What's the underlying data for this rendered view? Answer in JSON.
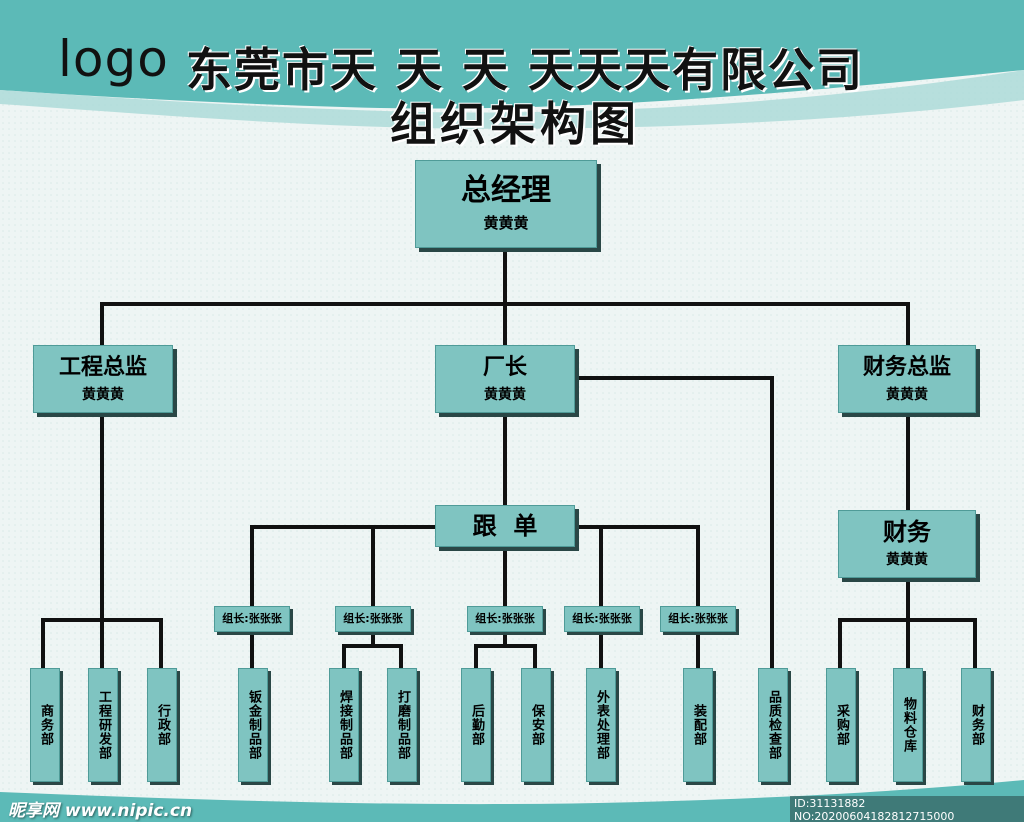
{
  "header": {
    "logo": "logo",
    "company": "东莞市天 天 天 天天天有限公司",
    "subtitle": "组织架构图"
  },
  "colors": {
    "box_fill": "#7fc4c1",
    "box_shadow": "#2a4746",
    "band": "#5cbab7",
    "background": "#eef5f4"
  },
  "nodes": {
    "ceo": {
      "title": "总经理",
      "name": "黄黄黄"
    },
    "engineering_director": {
      "title": "工程总监",
      "name": "黄黄黄"
    },
    "factory_manager": {
      "title": "厂长",
      "name": "黄黄黄"
    },
    "finance_director": {
      "title": "财务总监",
      "name": "黄黄黄"
    },
    "order_follow": {
      "title": "跟  单"
    },
    "finance": {
      "title": "财务",
      "name": "黄黄黄"
    }
  },
  "group_leaders": [
    "组长:张张张",
    "组长:张张张",
    "组长:张张张",
    "组长:张张张",
    "组长:张张张"
  ],
  "departments": [
    "商务部",
    "工程研发部",
    "行政部",
    "钣金制品部",
    "焊接制品部",
    "打磨制品部",
    "后勤部",
    "保安部",
    "外表处理部",
    "装配部",
    "品质检查部",
    "采购部",
    "物料仓库",
    "财务部"
  ],
  "watermark": {
    "site": "昵享网 www.nipic.cn",
    "id": "ID:31131882 NO:20200604182812715000"
  }
}
